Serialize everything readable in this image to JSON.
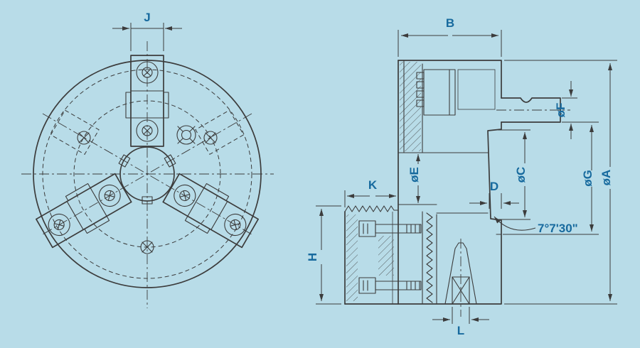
{
  "drawing_type": "3-jaw lathe chuck technical drawing, front view and cross-section view",
  "colors": {
    "background": "#b8dce8",
    "line": "#3c3c3c",
    "label": "#176a9e"
  },
  "front_view": {
    "dim_j": "J"
  },
  "section_view": {
    "dim_b": "B",
    "dim_f": "øF",
    "dim_g": "øG",
    "dim_a": "øA",
    "dim_e": "øE",
    "dim_c": "øC",
    "dim_d": "D",
    "dim_k": "K",
    "dim_h": "H",
    "dim_l": "L",
    "angle": "7°7'30\""
  }
}
